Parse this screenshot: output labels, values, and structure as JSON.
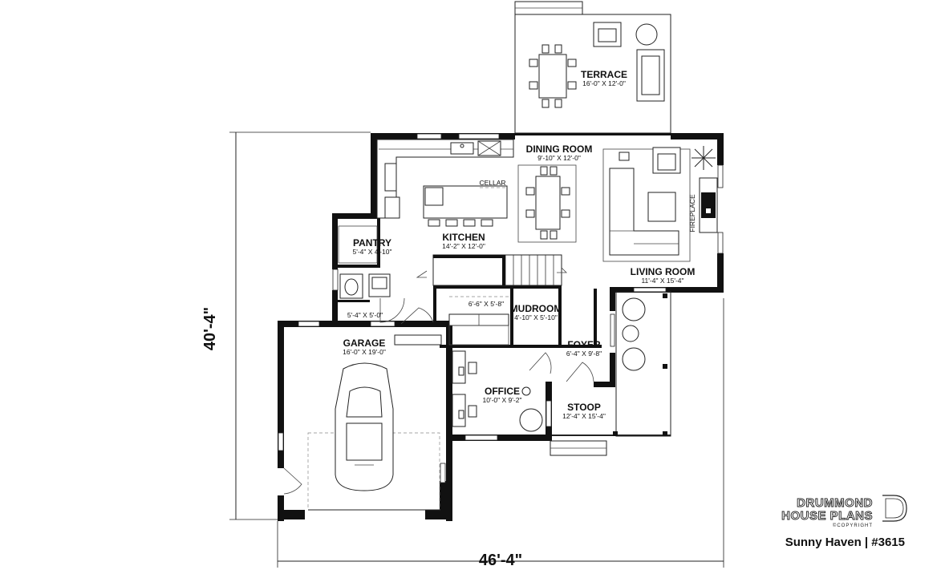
{
  "rooms": {
    "terrace": {
      "name": "TERRACE",
      "size": "16'-0\" X 12'-0\""
    },
    "dining": {
      "name": "DINING ROOM",
      "size": "9'-10\" X 12'-0\""
    },
    "kitchen": {
      "name": "KITCHEN",
      "size": "14'-2\" X 12'-0\""
    },
    "cellar": {
      "name": "CELLAR"
    },
    "pantry": {
      "name": "PANTRY",
      "size": "5'-4\" X 4'-10\""
    },
    "living": {
      "name": "LIVING ROOM",
      "size": "11'-4\" X 15'-4\""
    },
    "fireplace": {
      "name": "FIREPLACE"
    },
    "powder": {
      "size": "5'-4\" X 5'-0\""
    },
    "closet": {
      "size": "6'-6\" X 5'-8\""
    },
    "mudroom": {
      "name": "MUDROOM",
      "size": "4'-10\" X 5'-10\""
    },
    "garage": {
      "name": "GARAGE",
      "size": "16'-0\" X 19'-0\""
    },
    "foyer": {
      "name": "FOYER",
      "size": "6'-4\" X 9'-8\""
    },
    "office": {
      "name": "OFFICE",
      "size": "10'-0\" X 9'-2\""
    },
    "stoop": {
      "name": "STOOP",
      "size": "12'-4\" X 15'-4\""
    }
  },
  "dimensions": {
    "depth": "40'-4\"",
    "width": "46'-4\""
  },
  "branding": {
    "line1": "DRUMMOND",
    "line2": "HOUSE PLANS",
    "copyright": "©COPYRIGHT",
    "caption": "Sunny Haven | #3615"
  }
}
